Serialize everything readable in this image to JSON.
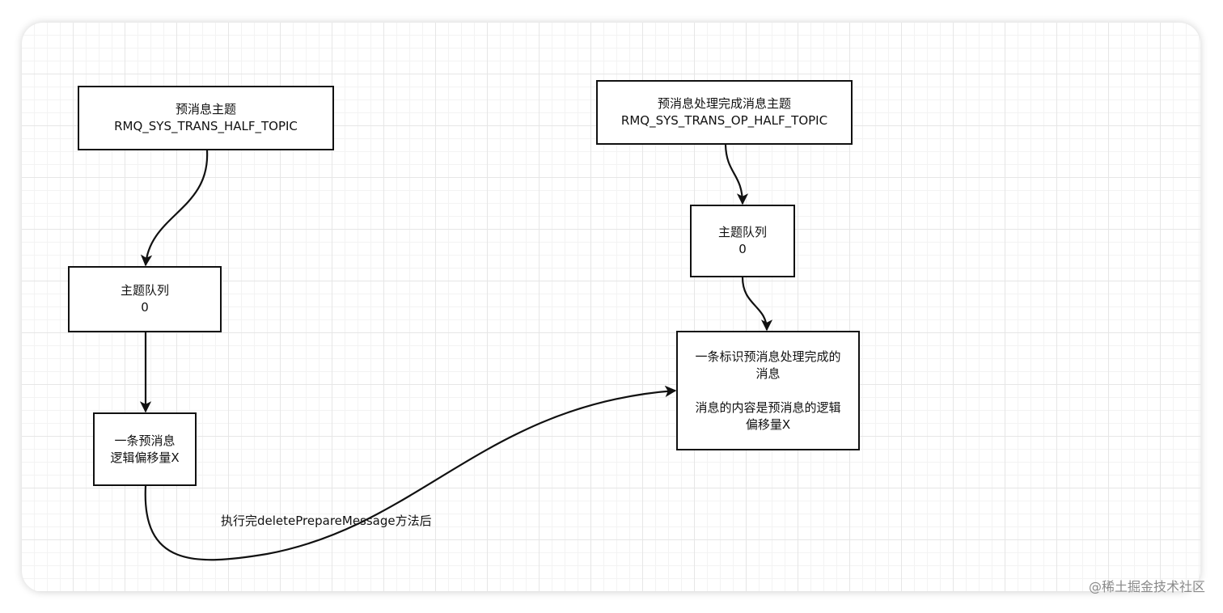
{
  "nodes": {
    "half_topic": {
      "line1": "预消息主题",
      "line2": "RMQ_SYS_TRANS_HALF_TOPIC"
    },
    "left_queue": {
      "line1": "主题队列",
      "line2": "0"
    },
    "prepare_msg": {
      "line1": "一条预消息",
      "line2": "逻辑偏移量X"
    },
    "op_topic": {
      "line1": "预消息处理完成消息主题",
      "line2": "RMQ_SYS_TRANS_OP_HALF_TOPIC"
    },
    "right_queue": {
      "line1": "主题队列",
      "line2": "0"
    },
    "op_msg": {
      "line1": "一条标识预消息处理完成的",
      "line2": "消息",
      "line3": "消息的内容是预消息的逻辑",
      "line4": "偏移量X"
    }
  },
  "edges": {
    "delete_label": "执行完deletePrepareMessage方法后"
  },
  "watermark": "@稀土掘金技术社区",
  "colors": {
    "stroke": "#111111",
    "grid": "#e6e6e6",
    "watermark": "#8a8a8a"
  }
}
